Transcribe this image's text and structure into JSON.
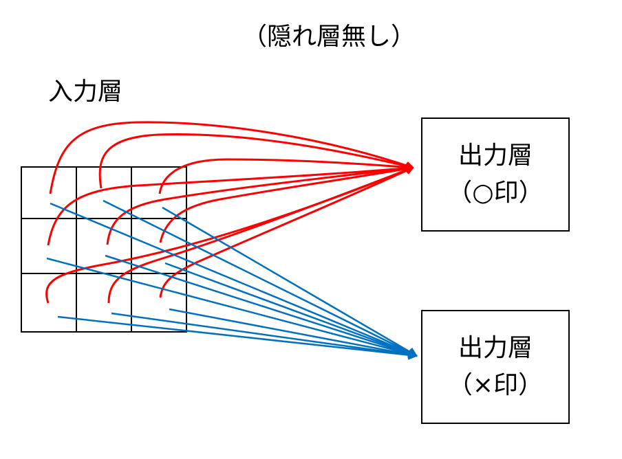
{
  "subtitle": "（隠れ層無し）",
  "input_layer_label": "入力層",
  "outputs": [
    {
      "line1": "出力層",
      "line2": "（○印）",
      "color": "#ff0000"
    },
    {
      "line1": "出力層",
      "line2": "（×印）",
      "color": "#0070c0"
    }
  ],
  "grid": {
    "rows": 3,
    "cols": 3
  },
  "colors": {
    "circle_output": "#ff0000",
    "cross_output": "#0070c0",
    "lines": "#000000"
  }
}
